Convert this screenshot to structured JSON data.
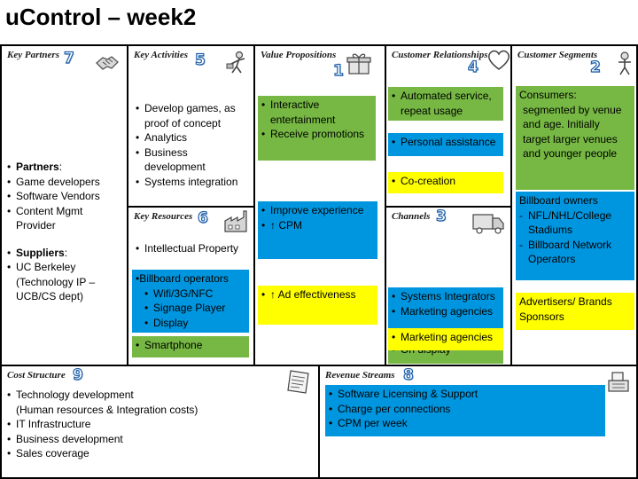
{
  "title": "uControl – week2",
  "colors": {
    "green": "#76b843",
    "blue": "#0096df",
    "yellow": "#ffff00",
    "number": "#1f5fa8"
  },
  "key_partners": {
    "header": "Key Partners",
    "number": "7",
    "icon": "handshake-icon",
    "partners_label": "Partners",
    "partners": [
      "Game developers",
      "Software Vendors",
      "Content Mgmt Provider"
    ],
    "suppliers_label": "Suppliers",
    "suppliers": [
      "UC Berkeley (Technology IP – UCB/CS dept)"
    ]
  },
  "key_activities": {
    "header": "Key Activities",
    "number": "5",
    "icon": "worker-icon",
    "items": [
      "Develop games, as proof of concept",
      "Analytics",
      "Business development",
      "Systems integration"
    ]
  },
  "key_resources": {
    "header": "Key Resources",
    "number": "6",
    "icon": "factory-icon",
    "plain_item": "Intellectual Property",
    "blue_head": "Billboard operators",
    "blue_items": [
      "Wifi/3G/NFC",
      "Signage Player",
      "Display"
    ],
    "green_item": "Smartphone"
  },
  "value_propositions": {
    "header": "Value Propositions",
    "number": "1",
    "icon": "gift-icon",
    "green_items": [
      "Interactive entertainment",
      "Receive promotions"
    ],
    "blue_items": [
      "Improve experience",
      "↑ CPM"
    ],
    "yellow_item": "↑ Ad effectiveness"
  },
  "customer_relationships": {
    "header": "Customer Relationships",
    "number": "4",
    "icon": "heart-icon",
    "green_item": "Automated service, repeat usage",
    "blue_item": "Personal assistance",
    "yellow_item": "Co-creation"
  },
  "channels": {
    "header": "Channels",
    "number": "3",
    "icon": "truck-icon",
    "blue_items": [
      "Systems Integrators",
      "Marketing agencies"
    ],
    "green_item": "On display",
    "yellow_item": "Marketing agencies"
  },
  "customer_segments": {
    "header": "Customer Segments",
    "number": "2",
    "icon": "person-icon",
    "green_text": "Consumers: segmented by venue and age. Initially target larger venues and younger people",
    "blue_head": "Billboard owners",
    "blue_items": [
      "NFL/NHL/College Stadiums",
      "Billboard Network Operators"
    ],
    "yellow_text": "Advertisers/ Brands Sponsors"
  },
  "cost_structure": {
    "header": "Cost Structure",
    "number": "9",
    "icon": "invoice-icon",
    "items": [
      "Technology development",
      "IT Infrastructure",
      "Business development",
      "Sales coverage"
    ],
    "continuation": "(Human resources & Integration costs)"
  },
  "revenue_streams": {
    "header": "Revenue Streams",
    "number": "8",
    "icon": "cash-register-icon",
    "items": [
      "Software Licensing & Support",
      "Charge per connections",
      "CPM per week"
    ]
  }
}
